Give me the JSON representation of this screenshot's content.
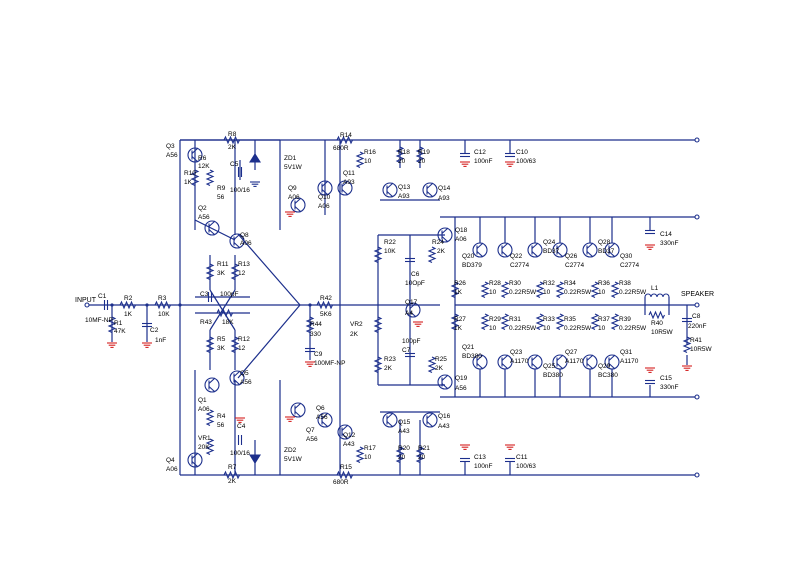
{
  "labels": {
    "input": "INPUT",
    "speaker": "SPEAKER",
    "C1": "C1",
    "C1v": "10MF-NP",
    "R1": "R1",
    "R1v": "47K",
    "R2": "R2",
    "R2v": "1K",
    "C2": "C2",
    "C2v": "1nF",
    "R3": "R3",
    "R3v": "10K",
    "C3": "C3",
    "C3v": "100pF",
    "R43": "R43",
    "R43v": "18K",
    "Q3": "Q3",
    "Q3v": "A56",
    "R8": "R8",
    "R8v": "2K",
    "R6": "R6",
    "R6v": "12K",
    "R10": "R10",
    "R10v": "1K",
    "C5": "C5",
    "C5v": "100/16",
    "R9": "R9",
    "R9v": "56",
    "Q2": "Q2",
    "Q2v": "A56",
    "Q8": "Q8",
    "Q8v": "A06",
    "R11": "R11",
    "R11v": "3K",
    "R13": "R13",
    "R13v": "12",
    "R5": "R5",
    "R5v": "3K",
    "R12": "R12",
    "R12v": "12",
    "Q5": "Q5",
    "Q5v": "A56",
    "Q1": "Q1",
    "Q1v": "A06",
    "R4": "R4",
    "R4v": "56",
    "C4": "C4",
    "C4v": "100/16",
    "VR1": "VR1",
    "VR1v": "20K",
    "Q4": "Q4",
    "Q4v": "A06",
    "R7": "R7",
    "R7v": "2K",
    "ZD1": "ZD1",
    "ZD1v": "5V1W",
    "ZD2": "ZD2",
    "ZD2v": "5V1W",
    "Q9": "Q9",
    "Q9v": "A06",
    "Q10": "Q10",
    "Q10v": "A06",
    "Q6": "Q6",
    "Q6v": "A56",
    "Q7": "Q7",
    "Q7v": "A56",
    "R14": "R14",
    "R14v": "680R",
    "R15": "R15",
    "R15v": "680R",
    "R16": "R16",
    "R16v": "10",
    "R17": "R17",
    "R17v": "10",
    "Q11": "Q11",
    "Q11v": "A93",
    "Q12": "Q12",
    "Q12v": "A43",
    "R18": "R18",
    "R18v": "20",
    "R19": "R19",
    "R19v": "20",
    "R20": "R20",
    "R20v": "20",
    "R21": "R21",
    "R21v": "20",
    "Q13": "Q13",
    "Q13v": "A93",
    "Q14": "Q14",
    "Q14v": "A93",
    "Q15": "Q15",
    "Q15v": "A43",
    "Q16": "Q16",
    "Q16v": "A43",
    "R42": "R42",
    "R42v": "5K6",
    "R44": "R44",
    "R44v": "330",
    "C9": "C9",
    "C9v": "100MF-NP",
    "R22": "R22",
    "R22v": "10K",
    "VR2": "VR2",
    "VR2v": "2K",
    "R23": "R23",
    "R23v": "2K",
    "Q17": "Q17",
    "Q17v": "A4",
    "C6": "C6",
    "C6v": "10OpF",
    "C7": "C7",
    "C7v": "100pF",
    "R24": "R24",
    "R24v": "2K",
    "R25": "R25",
    "R25v": "2K",
    "Q18": "Q18",
    "Q18v": "A06",
    "Q19": "Q19",
    "Q19v": "A56",
    "R26": "R26",
    "R26v": "1K",
    "R27": "R27",
    "R27v": "1K",
    "Q20": "Q20",
    "Q20v": "BD379",
    "Q21": "Q21",
    "Q21v": "BD380",
    "Q22": "Q22",
    "Q22v": "C2774",
    "Q23": "Q23",
    "Q23v": "A1170",
    "Q24": "Q24",
    "Q24v": "BD37",
    "Q25": "Q25",
    "Q25v": "BD380",
    "Q26": "Q26",
    "Q26v": "C2774",
    "Q27": "Q27",
    "Q27v": "A1170",
    "Q28": "Q28",
    "Q28v": "BD37",
    "Q29": "Q29",
    "Q29v": "BC380",
    "Q30": "Q30",
    "Q30v": "C2774",
    "Q31": "Q31",
    "Q31v": "A1170",
    "R28": "R28",
    "R28v": "10",
    "R29": "R29",
    "R29v": "10",
    "R30": "R30",
    "R30v": "0.22R5W",
    "R31": "R31",
    "R31v": "0.22R5W",
    "R32": "R32",
    "R32v": "10",
    "R33": "R33",
    "R33v": "10",
    "R34": "R34",
    "R34v": "0.22R5W",
    "R35": "R35",
    "R35v": "0.22R5W",
    "R36": "R36",
    "R36v": "10",
    "R37": "R37",
    "R37v": "10",
    "R38": "R38",
    "R38v": "0.22R5W",
    "R39": "R39",
    "R39v": "0.22R5W",
    "L1": "L1",
    "R40": "R40",
    "R40v": "10R5W",
    "C8": "C8",
    "C8v": "220nF",
    "R41": "R41",
    "R41v": "10R5W",
    "C10": "C10",
    "C10v": "100/63",
    "C11": "C11",
    "C11v": "100/63",
    "C12": "C12",
    "C12v": "100nF",
    "C13": "C13",
    "C13v": "100nF",
    "C14": "C14",
    "C14v": "330nF",
    "C15": "C15",
    "C15v": "330nF"
  },
  "colors": {
    "wire": "#1c2f8c",
    "ground": "#d42020",
    "text": "#000000"
  }
}
